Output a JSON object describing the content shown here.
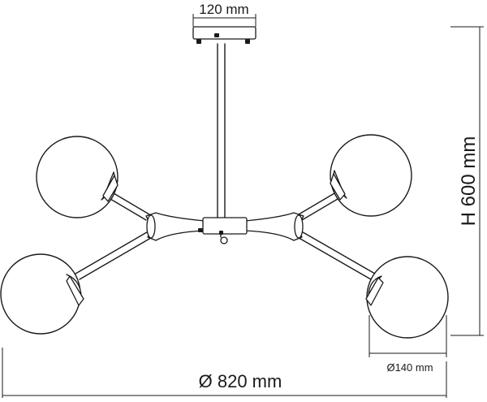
{
  "drawing": {
    "subject": "chandelier-dimension-drawing",
    "dimensions": {
      "canopy_width": "120 mm",
      "height": "H 600 mm",
      "globe_diameter": "Ø140 mm",
      "overall_diameter": "Ø 820 mm"
    },
    "colors": {
      "line": "#1a1a1a",
      "background": "#ffffff"
    }
  }
}
